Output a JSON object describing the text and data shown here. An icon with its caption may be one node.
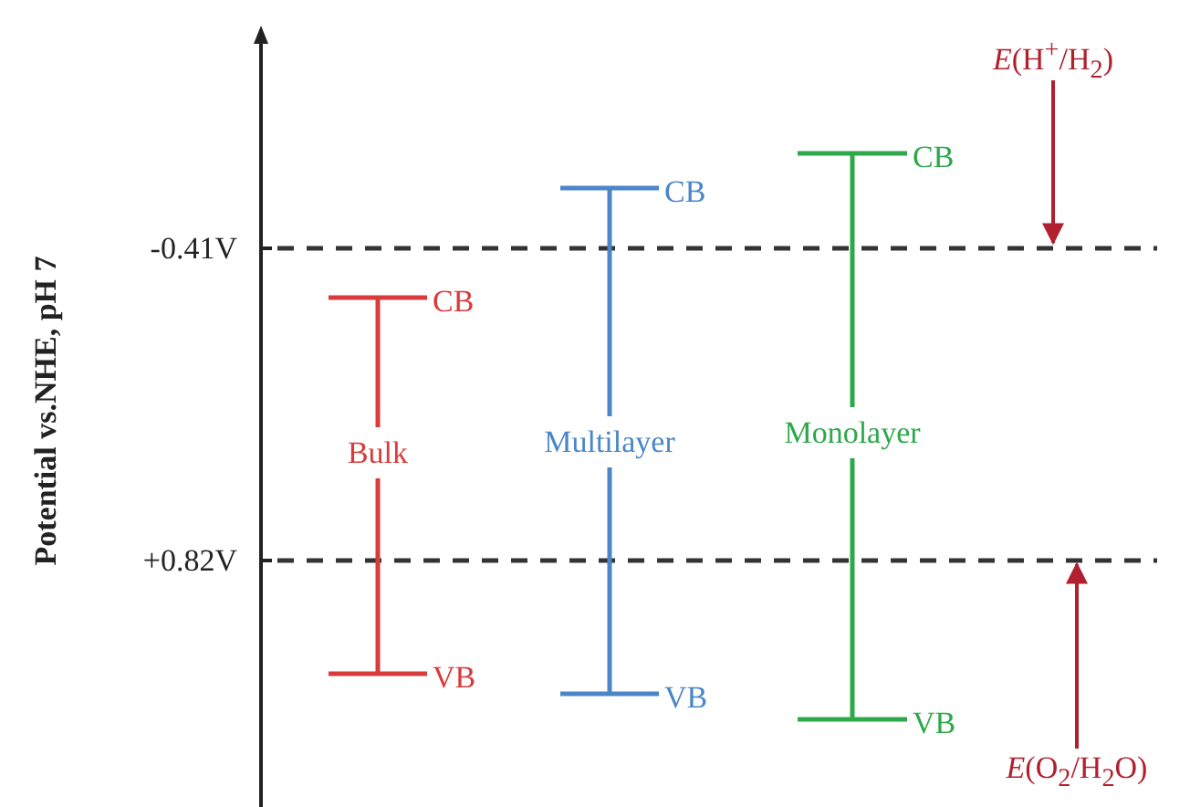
{
  "diagram": {
    "nodes": [
      {
        "text": [
          "*E*(H$^{+}$/H$_{2}$)"
        ]
      },
      {
        "text": [
          "*E*(O$_{2}$/H$_{2}$O)"
        ]
      }
    ],
    "edges": [
      {
        "from": 0,
        "to": null,
        "arrow": "to",
        "color": "#b0202e"
      },
      {
        "from": 1,
        "to": null,
        "arrow": "to",
        "color": "#b0202e"
      }
    ],
    "labels": [
      "Potential vs.NHE, pH 7",
      "-0.41V",
      "+0.82V",
      "CB",
      "Bulk",
      "VB",
      "CB",
      "Multilayer",
      "VB",
      "CB",
      "Monolayer",
      "VB"
    ]
  }
}
